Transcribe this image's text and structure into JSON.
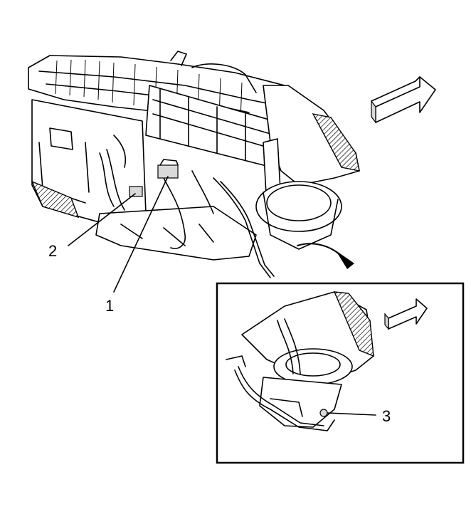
{
  "callouts": {
    "one": "1",
    "two": "2",
    "three": "3"
  },
  "icons": {
    "direction_arrow": "front-direction-arrow-icon",
    "zoom_arrow": "curved-detail-arrow-icon"
  }
}
